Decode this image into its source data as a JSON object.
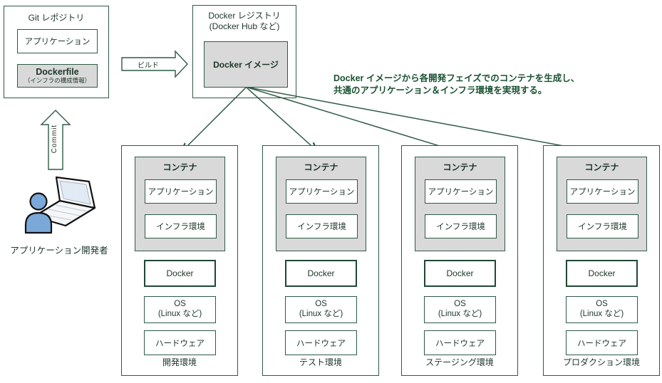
{
  "git_repo": {
    "title": "Git レポジトリ",
    "application_label": "アプリケーション",
    "dockerfile_label": "Dockerfile",
    "dockerfile_note": "（インフラの構成情報）"
  },
  "build_arrow_label": "ビルド",
  "commit_arrow_label": "Commit",
  "registry": {
    "title_line1": "Docker レジストリ",
    "title_line2": "(Docker Hub など)",
    "image_label": "Docker イメージ"
  },
  "annotation": {
    "line1": "Docker イメージから各開発フェイズでのコンテナを生成し、",
    "line2": "共通のアプリケーション＆インフラ環境を実現する。"
  },
  "developer_label": "アプリケーション開発者",
  "icons": {
    "developer": "person-with-laptop-icon",
    "build": "right-block-arrow-icon",
    "commit": "up-block-arrow-icon",
    "fan": "image-to-container-arrow-icon"
  },
  "colors": {
    "border_green": "#2e5a45",
    "border_dark_green": "#1f4733",
    "gray_fill": "#d9d9d9",
    "annotation_green": "#1b5233",
    "person_blue": "#7aa8d9"
  },
  "environments": [
    {
      "name": "開発環境",
      "container_title": "コンテナ",
      "application_label": "アプリケーション",
      "infra_label": "インフラ環境",
      "docker_label": "Docker",
      "os_line1": "OS",
      "os_line2": "(Linux など)",
      "hardware_label": "ハードウェア"
    },
    {
      "name": "テスト環境",
      "container_title": "コンテナ",
      "application_label": "アプリケーション",
      "infra_label": "インフラ環境",
      "docker_label": "Docker",
      "os_line1": "OS",
      "os_line2": "(Linux など)",
      "hardware_label": "ハードウェア"
    },
    {
      "name": "ステージング環境",
      "container_title": "コンテナ",
      "application_label": "アプリケーション",
      "infra_label": "インフラ環境",
      "docker_label": "Docker",
      "os_line1": "OS",
      "os_line2": "(Linux など)",
      "hardware_label": "ハードウェア"
    },
    {
      "name": "プロダクション環境",
      "container_title": "コンテナ",
      "application_label": "アプリケーション",
      "infra_label": "インフラ環境",
      "docker_label": "Docker",
      "os_line1": "OS",
      "os_line2": "(Linux など)",
      "hardware_label": "ハードウェア"
    }
  ]
}
